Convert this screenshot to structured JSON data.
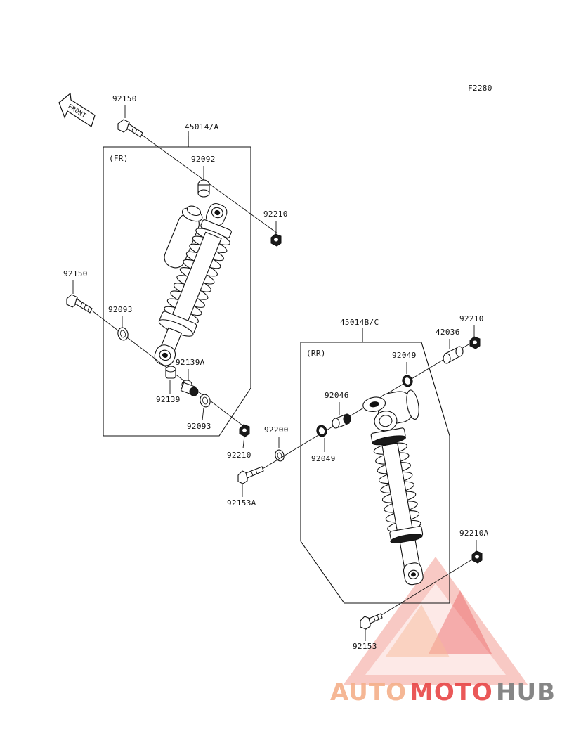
{
  "diagram": {
    "ref_code": "F2280",
    "front_label": "FRONT",
    "groups": {
      "front": {
        "assembly": "45014/A",
        "tag": "(FR)"
      },
      "rear": {
        "assembly": "45014B/C",
        "tag": "(RR)"
      }
    },
    "part_labels": {
      "fr_top_bolt": "92150",
      "fr_bushing": "92092",
      "fr_top_nut": "92210",
      "fr_low_bolt": "92150",
      "fr_washer": "92093",
      "fr_spacer_a": "92139A",
      "fr_spacer": "92139",
      "fr_washer_b": "92093",
      "fr_low_nut": "92210",
      "rr_washer_plain": "92200",
      "rr_bolt_a": "92153A",
      "rr_nut_top": "92210",
      "rr_spacer_top": "42036",
      "rr_seal_top": "92049",
      "rr_bushing": "92046",
      "rr_seal_low": "92049",
      "rr_nut_low": "92210A",
      "rr_bolt_low": "92153"
    }
  },
  "watermark": {
    "text_part1": "AUTO",
    "text_part2": "MOTO",
    "text_part3": "HUB",
    "color_light": "#f5b08a",
    "color_red": "#e84646",
    "color_gray": "#808080"
  }
}
